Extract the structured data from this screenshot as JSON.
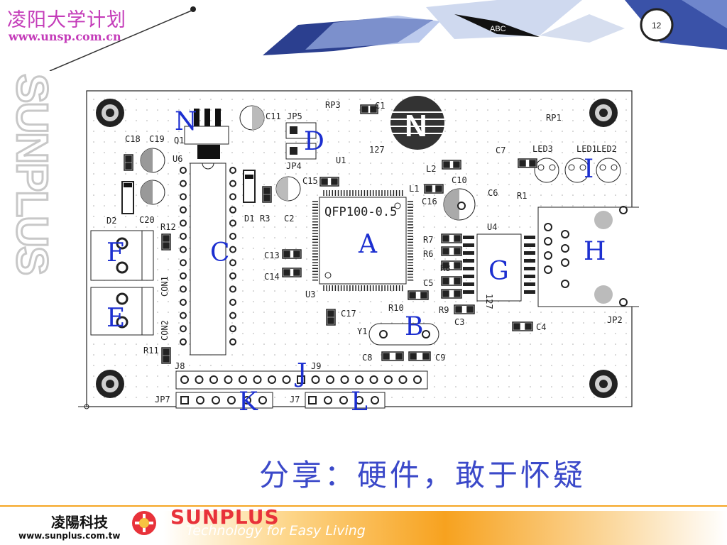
{
  "header": {
    "brand_title": "凌阳大学计划",
    "brand_url": "www.unsp.com.cn",
    "side_word": "SUNPLUS",
    "art_text": "ABC"
  },
  "board": {
    "region_letters": [
      "A",
      "B",
      "C",
      "D",
      "E",
      "F",
      "G",
      "H",
      "I",
      "J",
      "K",
      "L",
      "N"
    ],
    "component_labels": [
      "C1",
      "C2",
      "C3",
      "C4",
      "C5",
      "C6",
      "C7",
      "C8",
      "C9",
      "C10",
      "C11",
      "C13",
      "C14",
      "C15",
      "C16",
      "C17",
      "C18",
      "C19",
      "C20",
      "D1",
      "D2",
      "R1",
      "R3",
      "R6",
      "R7",
      "R8",
      "R9",
      "R10",
      "R11",
      "R12",
      "RP1",
      "RP3",
      "JP2",
      "JP4",
      "JP5",
      "JP7",
      "J7",
      "J8",
      "J9",
      "U1",
      "U3",
      "U4",
      "U6",
      "Q1",
      "L1",
      "L2",
      "Y1",
      "LED1",
      "LED2",
      "LED3",
      "CON1",
      "CON2"
    ],
    "chip_label": "QFP100-0.5",
    "u1_mark": "127",
    "u4_mark": "127"
  },
  "subtitle": "分享：硬件，敢于怀疑",
  "footer": {
    "company_cn": "凌陽科技",
    "company_url": "www.sunplus.com.tw",
    "brand": "SUNPLUS",
    "tagline": "Technology for Easy Living"
  },
  "colors": {
    "brand_magenta": "#c43bb9",
    "region_letter_blue": "#1c2fd0",
    "subtitle_blue": "#3b49c9",
    "footer_red": "#e8323a",
    "footer_orange": "#f5a623"
  }
}
